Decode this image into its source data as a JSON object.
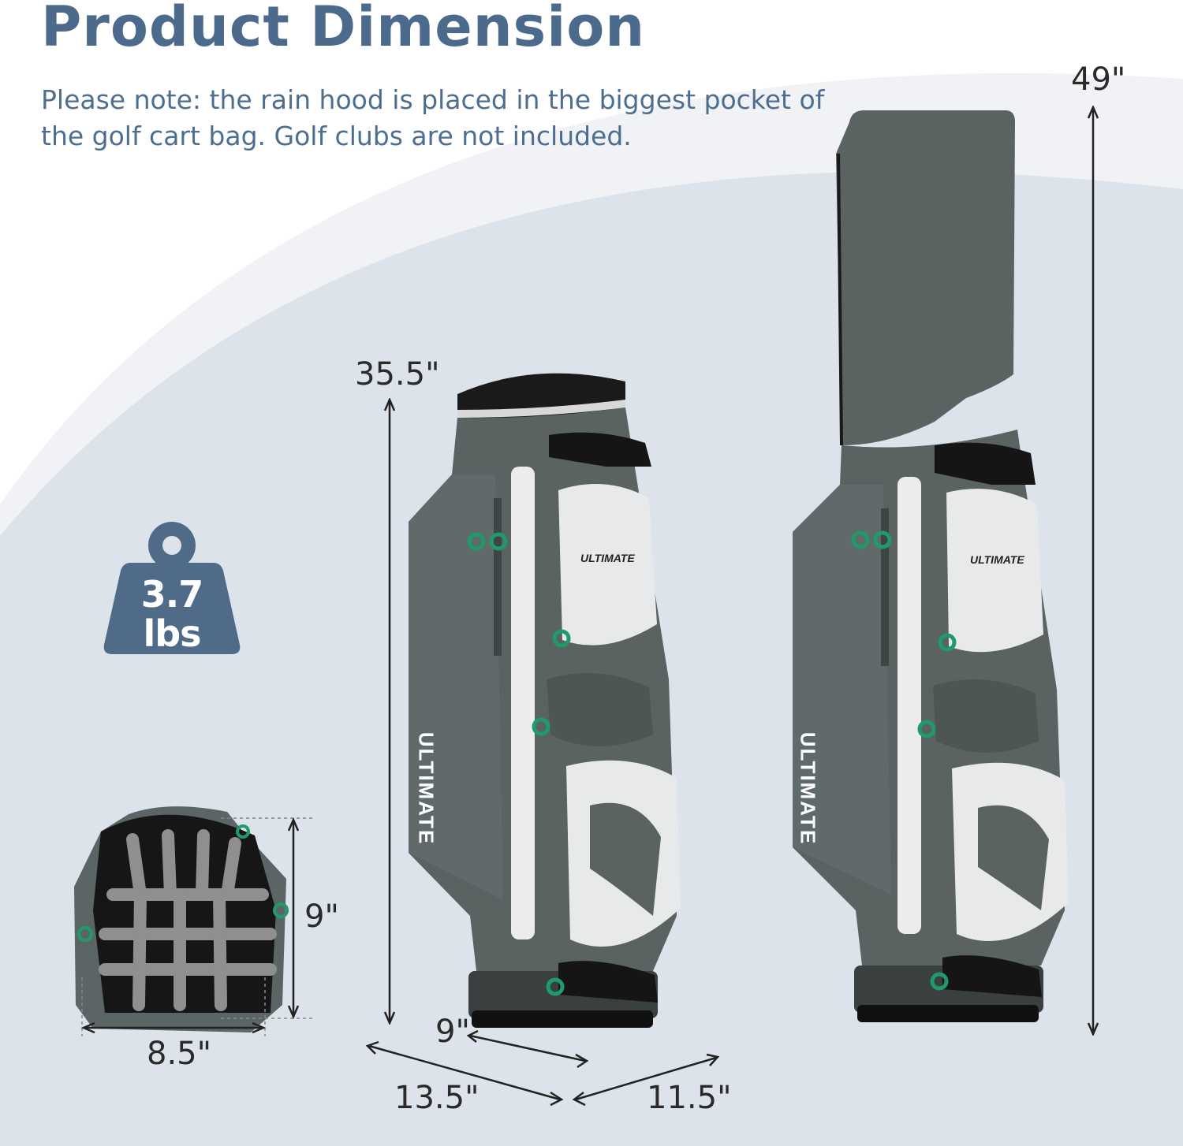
{
  "title": "Product Dimension",
  "note": "Please note: the rain hood is placed in the biggest pocket of the golf cart bag. Golf clubs are not included.",
  "weight": {
    "value": "3.7",
    "unit": "lbs"
  },
  "dimensions": {
    "hood_height": "49\"",
    "bag_height": "35.5\"",
    "top_depth": "9\"",
    "top_width": "8.5\"",
    "base_depth": "9\"",
    "base_length": "13.5\"",
    "base_width": "11.5\""
  },
  "brand": "ULTIMATE",
  "colors": {
    "title": "#4b6a8c",
    "arc_background": "#dde3ea",
    "bag_body": "#5a6262",
    "bag_panel": "#e6e8e9",
    "zipper_pull": "#1f9a6a"
  }
}
